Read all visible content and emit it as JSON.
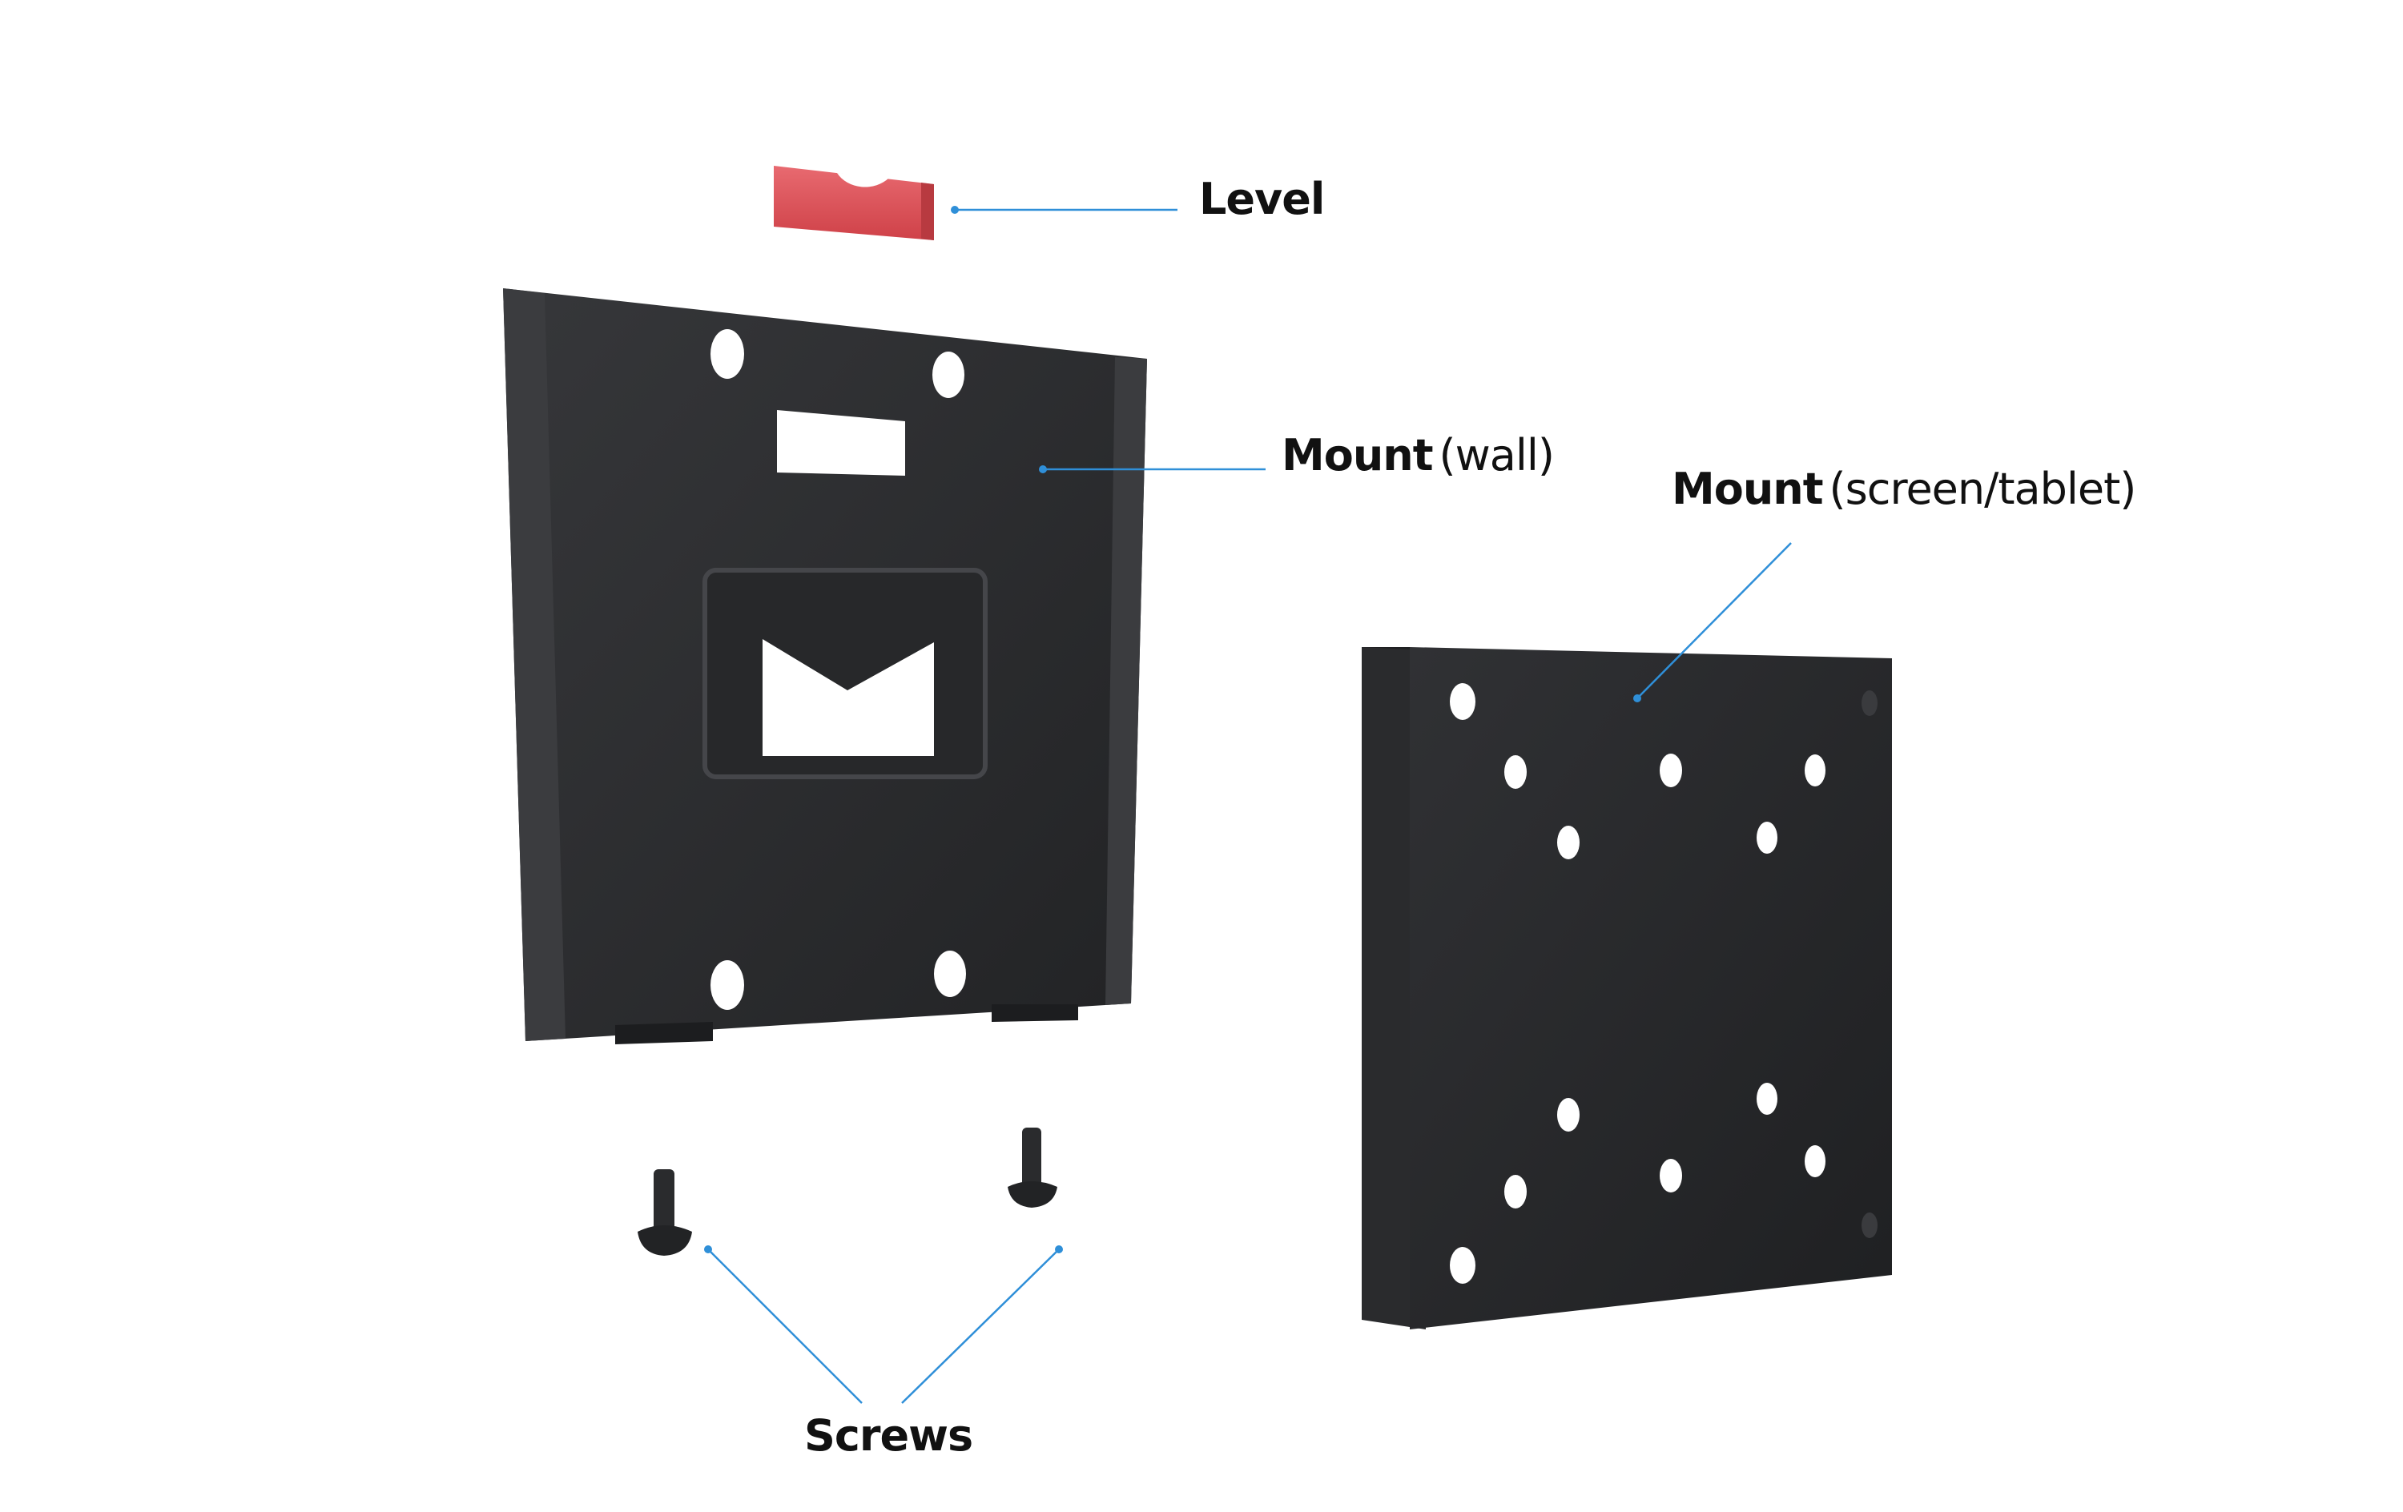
{
  "labels": {
    "level": {
      "bold": "Level",
      "light": ""
    },
    "mount_wall": {
      "bold": "Mount",
      "light": "(wall)"
    },
    "mount_screen": {
      "bold": "Mount",
      "light": "(screen/tablet)"
    },
    "screws": {
      "bold": "Screws",
      "light": ""
    }
  },
  "colors": {
    "leader_line": "#2f8fd8",
    "metal": "#2b2c2e",
    "metal_edge": "#3d3e41",
    "level_red": "#e0565c",
    "label_text": "#111111"
  }
}
